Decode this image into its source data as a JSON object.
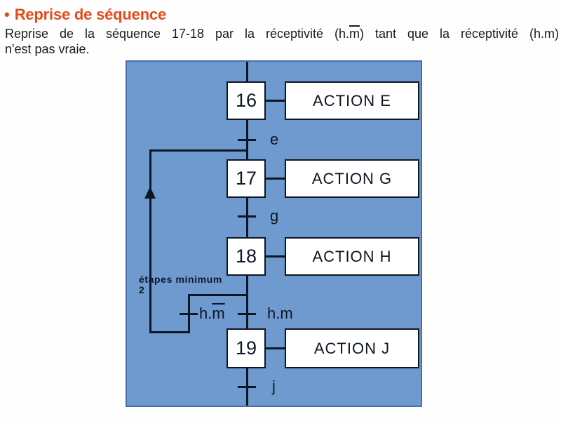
{
  "header": {
    "bullet": "•",
    "title": "Reprise de séquence",
    "description": {
      "part1": "Reprise de la séquence 17-18 par la réceptivité (h.",
      "overlined": "m",
      "part2": ") tant que la réceptivité (h.m)",
      "line2": "n'est pas vraie."
    }
  },
  "diagram": {
    "steps": [
      {
        "number": "16",
        "action": "ACTION E"
      },
      {
        "number": "17",
        "action": "ACTION G"
      },
      {
        "number": "18",
        "action": "ACTION H"
      },
      {
        "number": "19",
        "action": "ACTION J"
      }
    ],
    "transitions": [
      {
        "label": "e"
      },
      {
        "label": "g"
      },
      {
        "label": "h.m"
      },
      {
        "label": "j"
      }
    ],
    "branch_transition": {
      "prefix": "h.",
      "overlined": "m"
    },
    "annotation": {
      "line1": "étapes minimum",
      "line2": "2"
    },
    "colors": {
      "panel_fill": "#6f9ad0",
      "panel_border": "#4a6fa5",
      "line": "#0d1624",
      "box_fill": "#ffffff",
      "title_orange": "#e64a19"
    }
  }
}
